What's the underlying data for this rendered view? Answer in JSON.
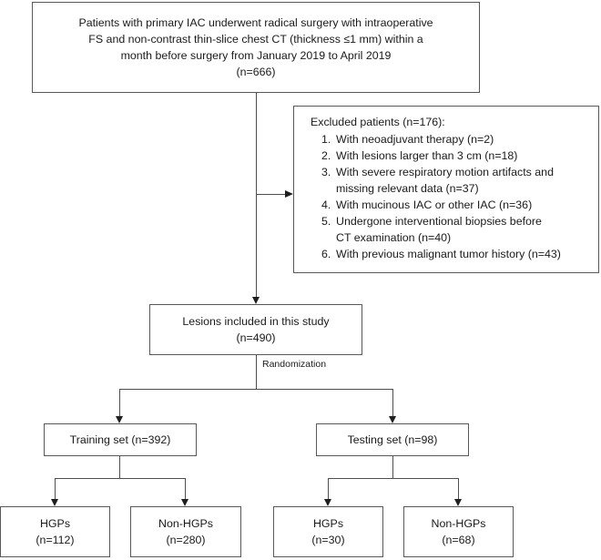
{
  "diagram": {
    "title": "Patient selection and dataset partition flowchart",
    "type": "flowchart",
    "colors": {
      "box_border": "#58595b",
      "connector": "#4d4e50",
      "arrow_fill": "#1f1f1f",
      "background": "#ffffff",
      "text": "#1a1a1a"
    },
    "nodes": {
      "enrollment": {
        "lines": [
          "Patients with primary IAC underwent radical surgery with intraoperative",
          "FS and non-contrast thin-slice chest CT (thickness ≤1 mm) within a",
          "month before surgery from January  2019 to April 2019",
          "(n=666)"
        ],
        "count": 666
      },
      "excluded": {
        "title": "Excluded patients (n=176):",
        "total": 176,
        "items": [
          {
            "num": "1.",
            "text": "With neoadjuvant therapy (n=2)",
            "cont": "",
            "count": 2
          },
          {
            "num": "2.",
            "text": "With lesions larger than 3 cm (n=18)",
            "cont": "",
            "count": 18
          },
          {
            "num": "3.",
            "text": "With severe respiratory motion artifacts and",
            "cont": "missing relevant data (n=37)",
            "count": 37
          },
          {
            "num": "4.",
            "text": "With mucinous IAC or other IAC (n=36)",
            "cont": "",
            "count": 36
          },
          {
            "num": "5.",
            "text": "Undergone interventional biopsies before",
            "cont": "CT examination (n=40)",
            "count": 40
          },
          {
            "num": "6.",
            "text": "With previous malignant tumor history (n=43)",
            "cont": "",
            "count": 43
          }
        ]
      },
      "included": {
        "lines": [
          "Lesions included in this study",
          "(n=490)"
        ],
        "count": 490
      },
      "training": {
        "lines": [
          "Training set (n=392)"
        ],
        "count": 392
      },
      "testing": {
        "lines": [
          "Testing set (n=98)"
        ],
        "count": 98
      },
      "train_hgps": {
        "lines": [
          "HGPs",
          "(n=112)"
        ],
        "count": 112
      },
      "train_non_hgps": {
        "lines": [
          "Non-HGPs",
          "(n=280)"
        ],
        "count": 280
      },
      "test_hgps": {
        "lines": [
          "HGPs",
          "(n=30)"
        ],
        "count": 30
      },
      "test_non_hgps": {
        "lines": [
          "Non-HGPs",
          "(n=68)"
        ],
        "count": 68
      }
    },
    "edge_labels": {
      "randomization": "Randomization"
    }
  }
}
